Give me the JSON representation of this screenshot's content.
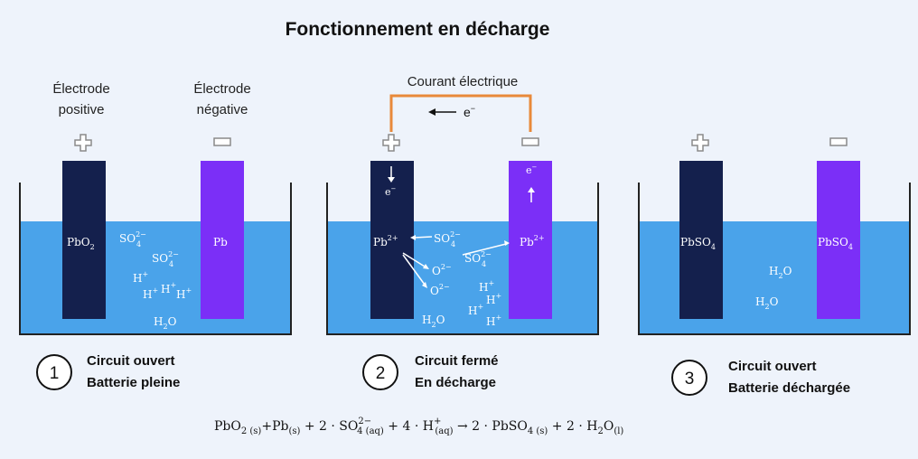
{
  "title": "Fonctionnement  en décharge",
  "labels": {
    "positive_electrode": [
      "Électrode",
      "positive"
    ],
    "negative_electrode": [
      "Électrode",
      "négative"
    ],
    "current": "Courant électrique",
    "electron": "e",
    "electron_sup": "−"
  },
  "states": [
    {
      "number": "1",
      "line1": "Circuit ouvert",
      "line2": "Batterie pleine"
    },
    {
      "number": "2",
      "line1": "Circuit fermé",
      "line2": "En décharge"
    },
    {
      "number": "3",
      "line1": "Circuit ouvert",
      "line2": "Batterie déchargée"
    }
  ],
  "electrodes": {
    "pbo2": "PbO",
    "pbo2_sub": "2",
    "pb": "Pb",
    "pb2": "Pb",
    "pb2_sup": "2+",
    "pbso4": "PbSO",
    "pbso4_sub": "4"
  },
  "ions": {
    "so4": "SO",
    "so4_sub": "4",
    "so4_sup": "2−",
    "h": "H",
    "h_sup": "+",
    "o2": "O",
    "o2_sup": "2−",
    "h2o": "H",
    "h2o_sub": "2",
    "h2o_tail": "O"
  },
  "equation": {
    "pbo2": "PbO",
    "pbo2_sub": "2 (s)",
    "pb": "+Pb",
    "pb_sub": "(s)",
    "plus_2": " + 2 · SO",
    "so4_sup": "2−",
    "so4_sub": "4 (aq)",
    "plus_4": " + 4 · H",
    "h_sup": "+",
    "h_sub": "(aq)",
    "arrow": "  →  2 · PbSO",
    "pbso4_sub": "4 (s)",
    "plus_h2o": " + 2 · H",
    "h2o_sub": "2",
    "h2o_o": "O",
    "h2o_state": "(l)"
  },
  "colors": {
    "background": "#eef3fb",
    "electrolyte": "#4aa3ea",
    "positive_plate": "#14204d",
    "negative_plate": "#7b2ff7",
    "wire": "#e8893a",
    "terminal": "#8a8a8a"
  }
}
